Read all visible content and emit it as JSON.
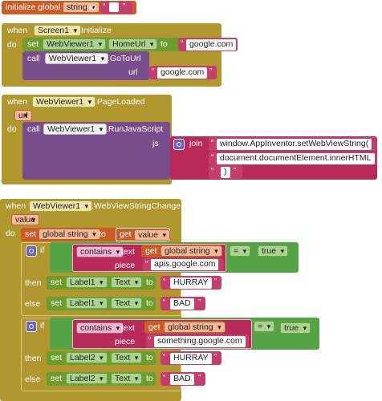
{
  "kw": {
    "initialize_global": "initialize global",
    "to": "to",
    "when": "when",
    "do": "do",
    "set": "set",
    "call": "call",
    "url": "url",
    "js": "js",
    "join": "join",
    "if": "if",
    "then": "then",
    "else": "else",
    "contains": "contains",
    "text": "text",
    "piece": "piece",
    "get": "get",
    "value": "value",
    "eq": "=",
    "quote_open": "“",
    "quote_close": "”"
  },
  "init_var": {
    "name": "string",
    "value": ""
  },
  "screen_init": {
    "component": "Screen1",
    "event": ".Initialize",
    "set_component": "WebViewer1",
    "set_prop": "HomeUrl",
    "set_value": "google.com",
    "call_component": "WebViewer1",
    "call_method": ".GoToUrl",
    "call_value": "google.com"
  },
  "page_loaded": {
    "component": "WebViewer1",
    "event": ".PageLoaded",
    "param": "url",
    "call_component": "WebViewer1",
    "call_method": ".RunJavaScript",
    "join_items": [
      "window.AppInventor.setWebViewString(",
      "document.documentElement.innerHTML",
      ")"
    ]
  },
  "string_change": {
    "component": "WebViewer1",
    "event": ".WebViewStringChange",
    "param": "value",
    "set_var": "global string",
    "get_var": "value",
    "if1": {
      "get_var": "global string",
      "piece": "apis.google.com",
      "op": "=",
      "bool": "true",
      "then_comp": "Label1",
      "then_prop": "Text",
      "then_val": "HURRAY",
      "else_comp": "Label1",
      "else_prop": "Text",
      "else_val": "BAD"
    },
    "if2": {
      "get_var": "global string",
      "piece": "something.google.com",
      "op": "=",
      "bool": "true",
      "then_comp": "Label2",
      "then_prop": "Text",
      "then_val": "HURRAY",
      "else_comp": "Label2",
      "else_prop": "Text",
      "else_val": "BAD"
    }
  }
}
